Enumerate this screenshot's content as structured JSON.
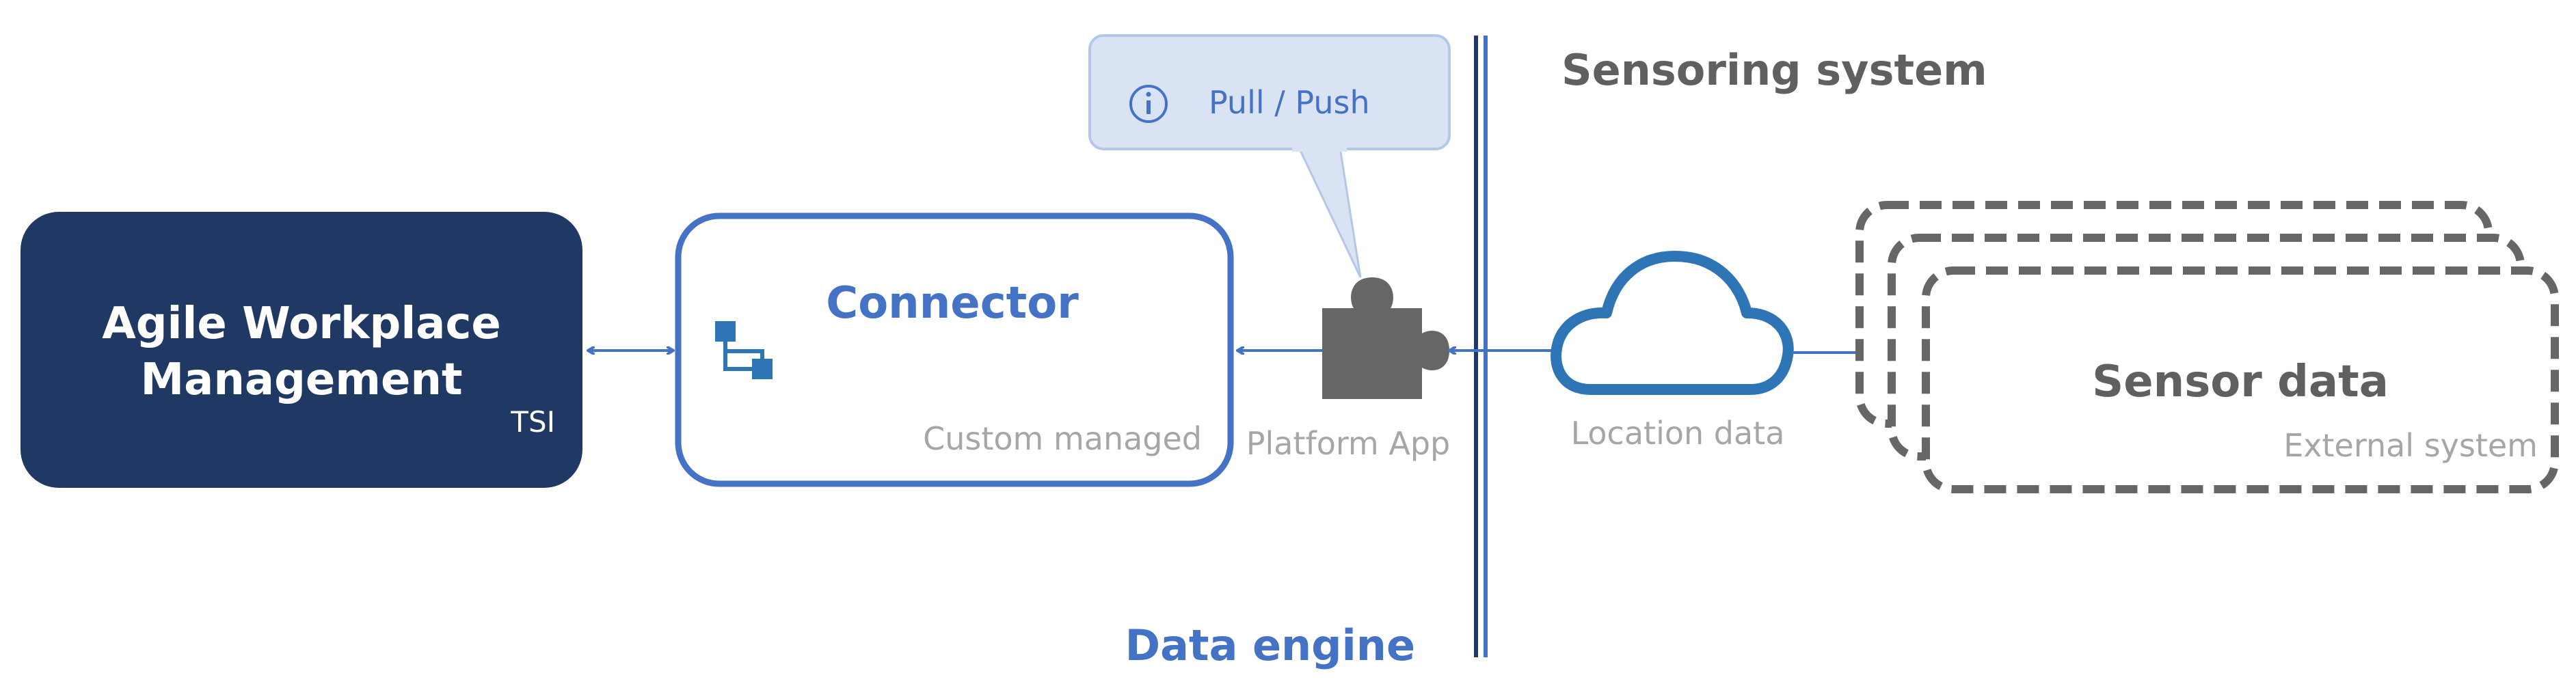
{
  "colors": {
    "navy": "#1f3864",
    "blue": "#4472c4",
    "cloud_blue": "#2e75b6",
    "gray_text": "#606060",
    "light_gray_text": "#a6a6a6",
    "callout_fill": "#dae3f3",
    "callout_stroke": "#b4c7e7",
    "puzzle": "#666666"
  },
  "awm": {
    "title_line1": "Agile Workplace",
    "title_line2": "Management",
    "tag": "TSI"
  },
  "connector": {
    "title": "Connector",
    "subtitle": "Custom managed",
    "icon": "connector-flow-icon"
  },
  "platform_app": {
    "label": "Platform App",
    "icon": "puzzle-piece-icon"
  },
  "callout": {
    "text": "Pull / Push",
    "icon": "info-icon"
  },
  "cloud": {
    "label": "Location data",
    "icon": "cloud-icon"
  },
  "sensor": {
    "title": "Sensor data",
    "subtitle": "External system"
  },
  "zones": {
    "left": "Data engine",
    "right": "Sensoring system"
  }
}
